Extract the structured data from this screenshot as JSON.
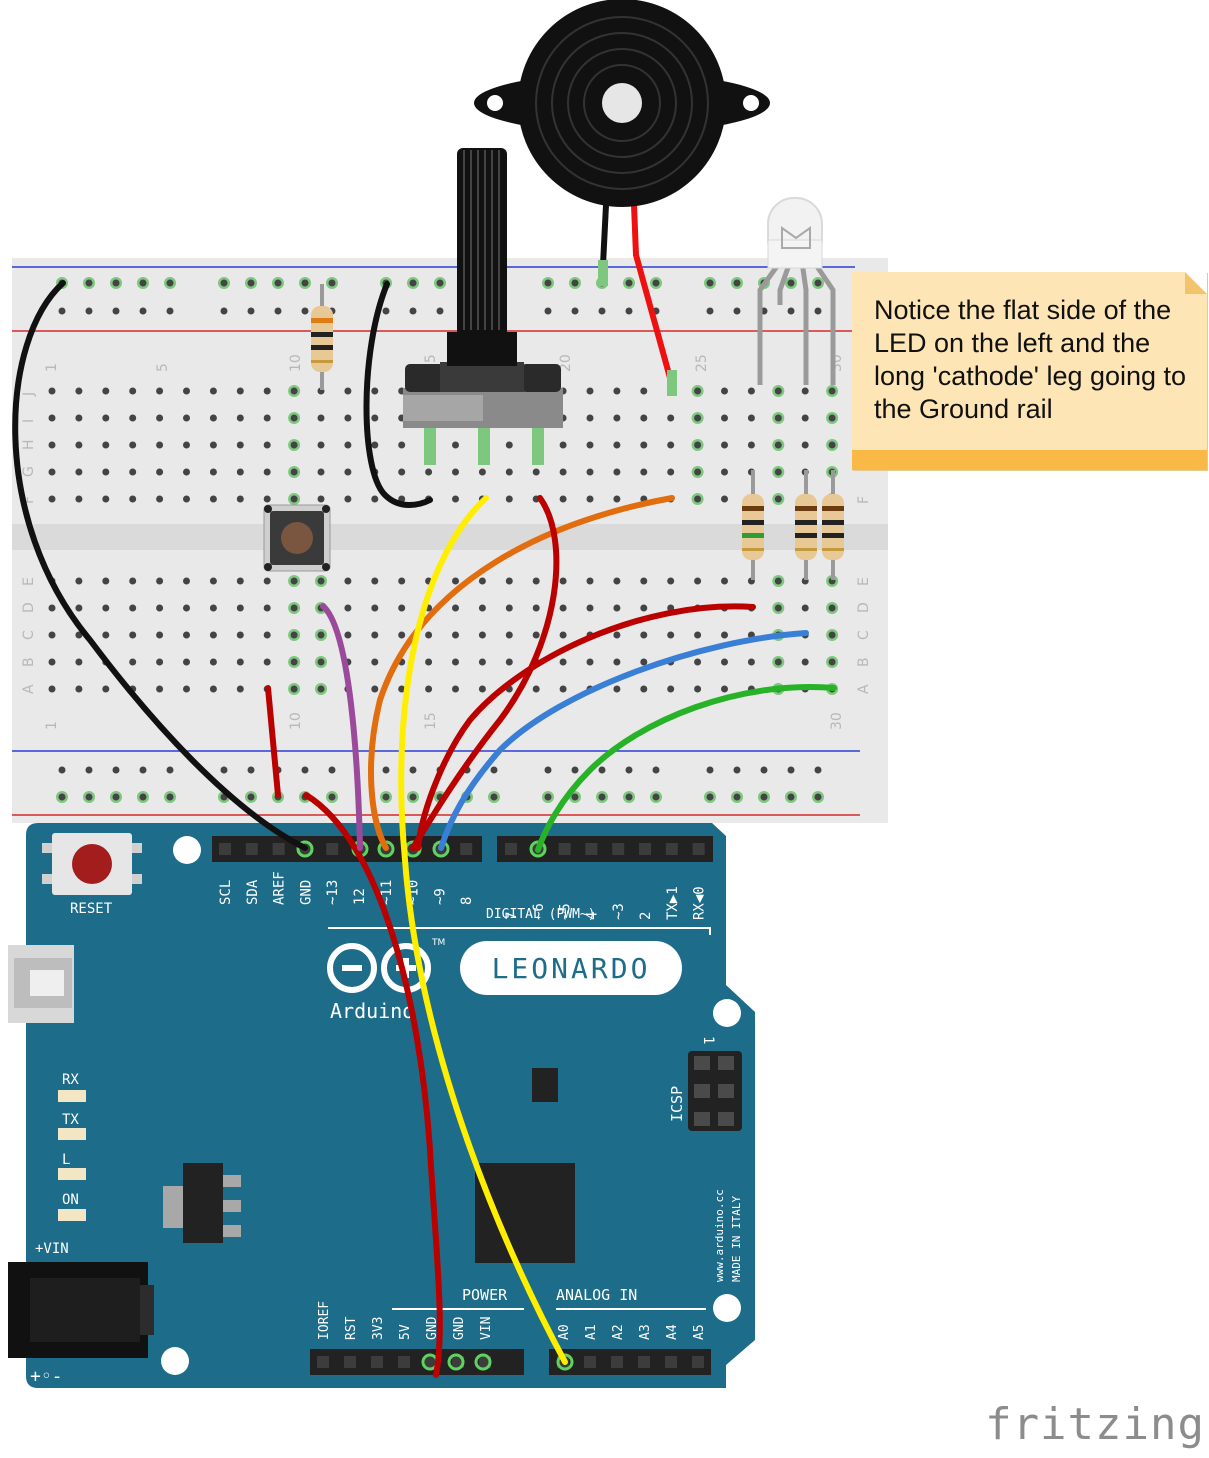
{
  "note": {
    "text": "Notice the flat side of the LED on the left and the long 'cathode' leg going to the Ground rail"
  },
  "breadboard": {
    "column_numbers_top": [
      "1",
      "5",
      "10",
      "15",
      "20",
      "25",
      "30"
    ],
    "column_numbers_bottom": [
      "1",
      "10",
      "15",
      "30"
    ],
    "row_letters_top": [
      "J",
      "I",
      "H",
      "G",
      "F"
    ],
    "row_letters_bottom": [
      "E",
      "D",
      "C",
      "B",
      "A"
    ]
  },
  "board": {
    "name": "LEONARDO",
    "brand": "Arduino",
    "trademark": "TM",
    "reset_label": "RESET",
    "digital_header_label": "DIGITAL (PWM~)",
    "digital_pins_left": [
      "SCL",
      "SDA",
      "AREF",
      "GND",
      "~13",
      "12",
      "~11",
      "~10",
      "~9",
      "8"
    ],
    "digital_pins_right": [
      "7",
      "~6",
      "~5",
      "4",
      "~3",
      "2",
      "TX▶1",
      "RX◀0"
    ],
    "power_label": "POWER",
    "analog_label": "ANALOG IN",
    "power_pins": [
      "IOREF",
      "RST",
      "3V3",
      "5V",
      "GND",
      "GND",
      "VIN"
    ],
    "analog_pins": [
      "A0",
      "A1",
      "A2",
      "A3",
      "A4",
      "A5"
    ],
    "leds": [
      "RX",
      "TX",
      "L",
      "ON"
    ],
    "icsp_label": "ICSP",
    "icsp_pin1": "1",
    "vin_label": "+VIN",
    "website": "www.arduino.cc",
    "made_in": "MADE IN ITALY"
  },
  "logo": "fritzing",
  "colors": {
    "board": "#1c6c8a",
    "breadboard": "#e9e9e9",
    "wire_black": "#222222",
    "wire_red": "#c80000",
    "wire_yellow": "#ffee00",
    "wire_orange": "#e26d0e",
    "wire_purple": "#9b4a9b",
    "wire_blue": "#3a7fd6",
    "wire_green": "#27b227",
    "note_bg": "#fde5b5",
    "note_strip": "#f9b947"
  }
}
